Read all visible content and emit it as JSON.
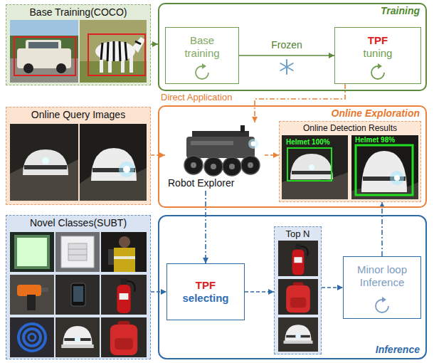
{
  "diagram": {
    "nodes": [
      {
        "text": [
          "Base Training(COCO)"
        ]
      },
      {
        "text": [
          "Training"
        ]
      },
      {
        "text": [
          "Base training"
        ],
        "in": 1
      },
      {
        "text": [
          "TPF",
          "tuning"
        ],
        "in": 1
      },
      {
        "text": [
          "Online Query Images"
        ]
      },
      {
        "text": [
          "Online Exploration"
        ]
      },
      {
        "text": [
          "Robot Explorer"
        ],
        "in": 5
      },
      {
        "text": [
          "Online Detection Results"
        ],
        "in": 5
      },
      {
        "text": [
          "Novel Classes(SUBT)"
        ]
      },
      {
        "text": [
          "Inference"
        ]
      },
      {
        "text": [
          "TPF",
          "selecting"
        ],
        "in": 9
      },
      {
        "text": [
          "Top N"
        ],
        "in": 9
      },
      {
        "text": [
          "Minor loop Inference"
        ],
        "in": 9
      }
    ],
    "edges": [
      {
        "from": 0,
        "to": 1,
        "arrow": "to"
      },
      {
        "from": 2,
        "to": 3,
        "label": "Frozen",
        "arrow": "to"
      },
      {
        "from": 3,
        "to": 6,
        "label": "Direct Application",
        "arrow": "to"
      },
      {
        "from": 4,
        "to": 6,
        "arrow": "to"
      },
      {
        "from": 6,
        "to": 7,
        "arrow": "to"
      },
      {
        "from": 6,
        "to": 10,
        "arrow": "to"
      },
      {
        "from": 8,
        "to": 10,
        "arrow": "to"
      },
      {
        "from": 10,
        "to": 11,
        "arrow": "to"
      },
      {
        "from": 11,
        "to": 12,
        "arrow": "to"
      },
      {
        "from": 12,
        "to": 7,
        "arrow": "to"
      }
    ],
    "labels": [
      "Helmet 100%",
      "Helmet 98%"
    ]
  }
}
